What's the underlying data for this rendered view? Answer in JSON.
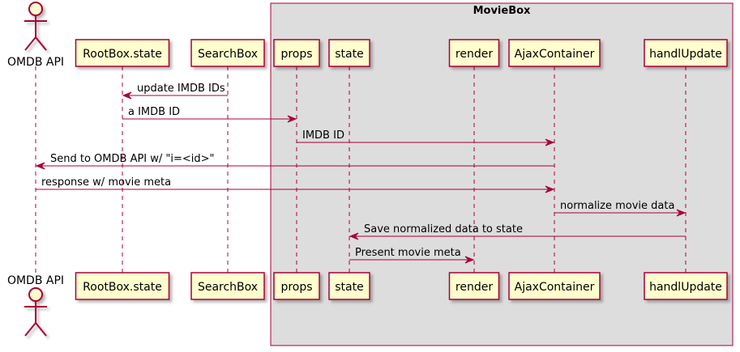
{
  "colors": {
    "background": "#ffffff",
    "participant_fill": "#FEFECE",
    "border": "#A80036",
    "group_fill": "#DDDDDD",
    "shadow": "#C8C8C8",
    "text": "#000000"
  },
  "group": {
    "label": "MovieBox"
  },
  "participants": [
    {
      "id": "omdb",
      "label": "OMDB API",
      "kind": "actor"
    },
    {
      "id": "rootbox",
      "label": "RootBox.state",
      "kind": "participant"
    },
    {
      "id": "searchbox",
      "label": "SearchBox",
      "kind": "participant"
    },
    {
      "id": "props",
      "label": "props",
      "kind": "participant"
    },
    {
      "id": "state",
      "label": "state",
      "kind": "participant"
    },
    {
      "id": "render",
      "label": "render",
      "kind": "participant"
    },
    {
      "id": "ajax",
      "label": "AjaxContainer",
      "kind": "participant"
    },
    {
      "id": "handl",
      "label": "handlUpdate",
      "kind": "participant"
    }
  ],
  "messages": [
    {
      "from": "searchbox",
      "to": "rootbox",
      "text": "update IMDB IDs"
    },
    {
      "from": "rootbox",
      "to": "props",
      "text": "a IMDB ID"
    },
    {
      "from": "props",
      "to": "ajax",
      "text": "IMDB ID"
    },
    {
      "from": "ajax",
      "to": "omdb",
      "text": "Send to OMDB API w/ \"i=<id>\""
    },
    {
      "from": "omdb",
      "to": "ajax",
      "text": "response w/ movie meta"
    },
    {
      "from": "ajax",
      "to": "handl",
      "text": "normalize movie data"
    },
    {
      "from": "handl",
      "to": "state",
      "text": "Save normalized data to state"
    },
    {
      "from": "state",
      "to": "render",
      "text": "Present movie meta"
    }
  ]
}
